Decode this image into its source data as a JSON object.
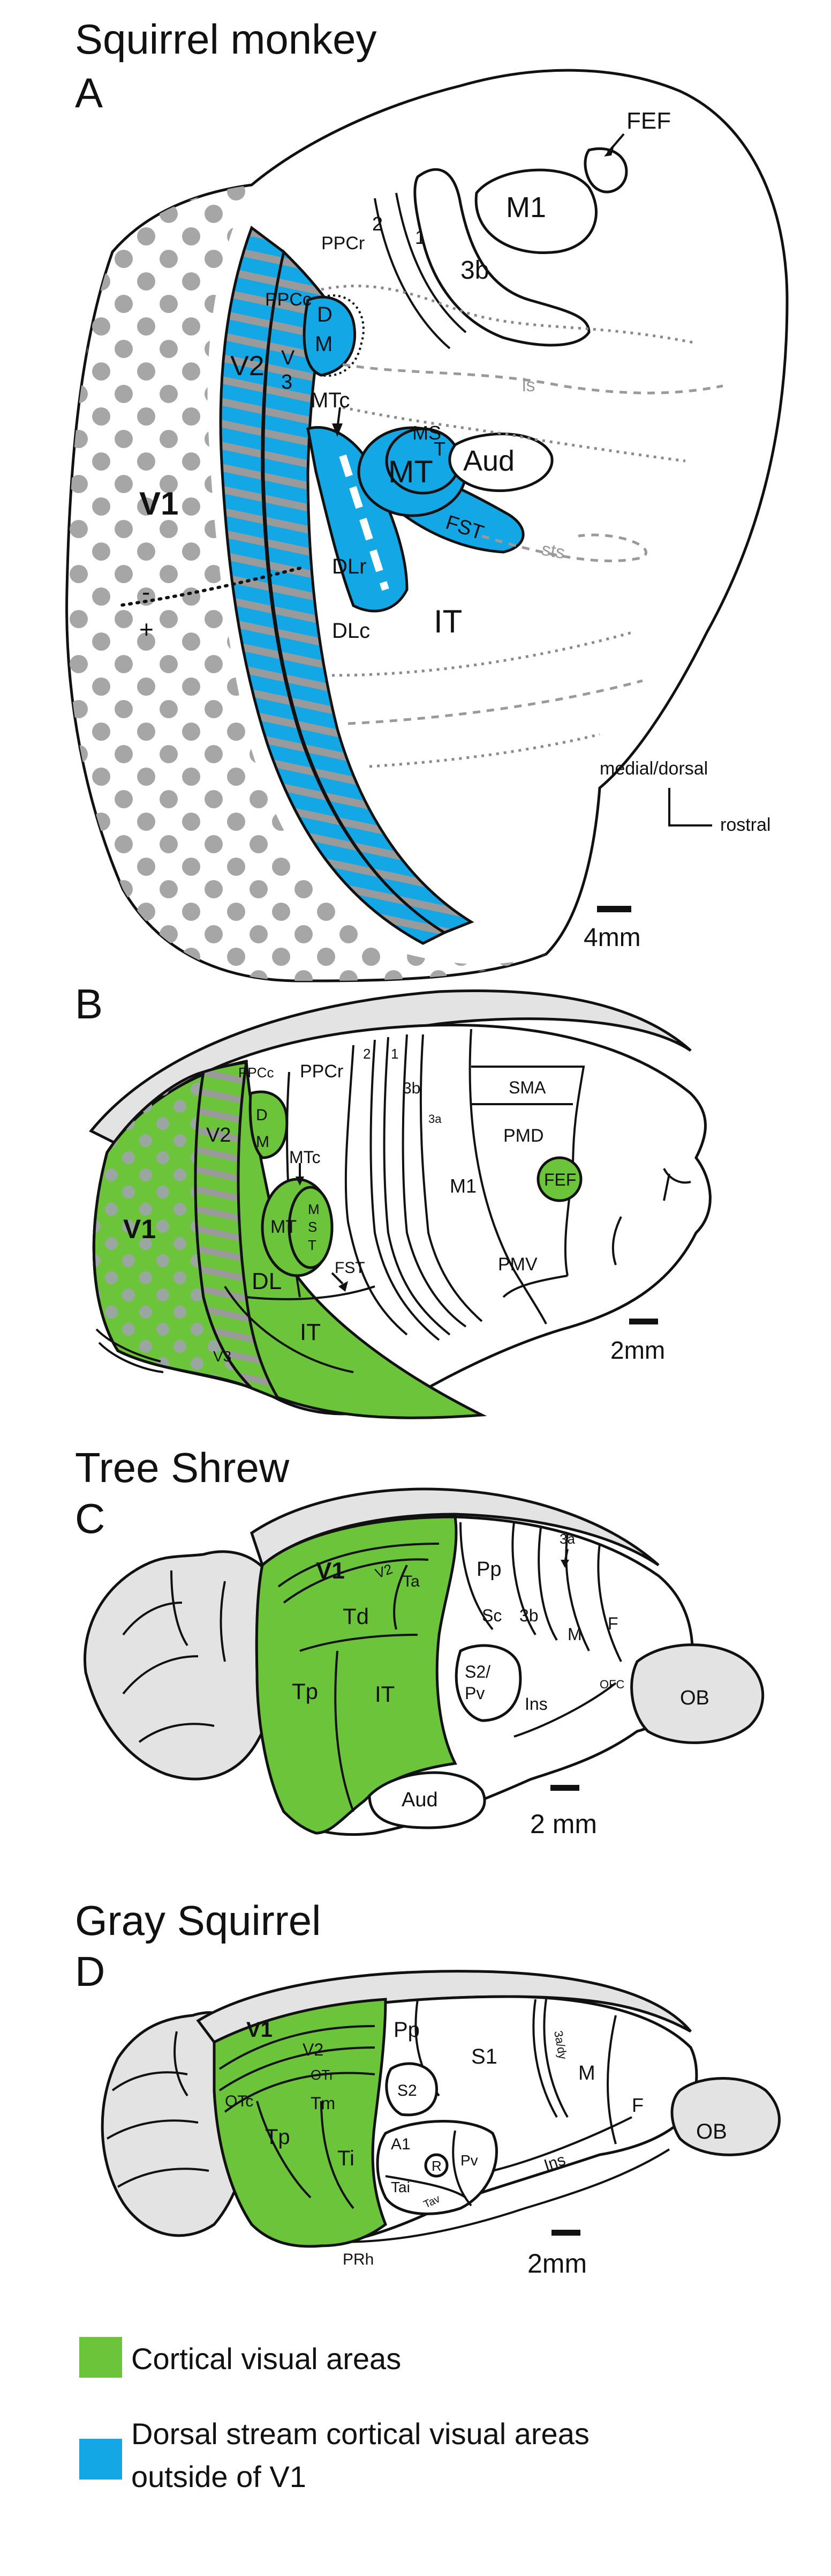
{
  "colors": {
    "green": "#6cc43a",
    "blue": "#14a7e6",
    "gray": "#e3e3e3",
    "dot": "#a6a6a6",
    "stripe": "#9a9a9a"
  },
  "panelA": {
    "title": "Squirrel monkey",
    "letter": "A",
    "labels": {
      "FEF": "FEF",
      "M1": "M1",
      "PPCr": "PPCr",
      "n2": "2",
      "n1": "1",
      "b3": "3b",
      "PPCc": "PPCc",
      "D": "D",
      "M": "M",
      "V2": "V2",
      "V": "V",
      "n3": "3",
      "MTc": "MTc",
      "MST1": "MS",
      "MST2": "T",
      "MT": "MT",
      "Aud": "Aud",
      "FST": "FST",
      "ls": "ls",
      "sts": "sts",
      "V1": "V1",
      "minus": "-",
      "plus": "+",
      "DLr": "DLr",
      "DLc": "DLc",
      "IT": "IT"
    },
    "orientation": {
      "vertical": "medial/dorsal",
      "horizontal": "rostral"
    },
    "scale": "4mm"
  },
  "panelB": {
    "letter": "B",
    "labels": {
      "V1": "V1",
      "V2": "V2",
      "D": "D",
      "M": "M",
      "PPCc": "PPCc",
      "PPCr": "PPCr",
      "n2": "2",
      "n1": "1",
      "b3": "3b",
      "a3": "3a",
      "SMA": "SMA",
      "PMD": "PMD",
      "M1": "M1",
      "FEF": "FEF",
      "PMV": "PMV",
      "MTc": "MTc",
      "MT": "MT",
      "MST1": "M",
      "MST2": "S",
      "MST3": "T",
      "FST": "FST",
      "DL": "DL",
      "IT": "IT",
      "V3": "V3"
    },
    "scale": "2mm"
  },
  "panelC": {
    "title": "Tree Shrew",
    "letter": "C",
    "labels": {
      "V1": "V1",
      "V2": "V2",
      "Ta": "Ta",
      "Pp": "Pp",
      "Sc": "Sc",
      "b3": "3b",
      "a3": "3a",
      "M": "M",
      "F": "F",
      "OFC": "OFC",
      "Td": "Td",
      "Tp": "Tp",
      "IT": "IT",
      "S2": "S2/",
      "Pv": "Pv",
      "Ins": "Ins",
      "Aud": "Aud",
      "OB": "OB"
    },
    "scale": "2 mm"
  },
  "panelD": {
    "title": "Gray Squirrel",
    "letter": "D",
    "labels": {
      "V1": "V1",
      "V2": "V2",
      "OTr": "OTr",
      "OTc": "OTc",
      "Tm": "Tm",
      "Tp": "Tp",
      "Ti": "Ti",
      "Pp": "Pp",
      "S2": "S2",
      "S1": "S1",
      "a3": "3a/dy",
      "M": "M",
      "F": "F",
      "A1": "A1",
      "R": "R",
      "Pv": "Pv",
      "Tai": "Tai",
      "Tav": "Tav",
      "Ins": "Ins",
      "OB": "OB",
      "PRh": "PRh"
    },
    "scale": "2mm"
  },
  "legend": {
    "green": "Cortical visual areas",
    "blue_line1": "Dorsal stream cortical visual areas",
    "blue_line2": "outside of V1"
  }
}
